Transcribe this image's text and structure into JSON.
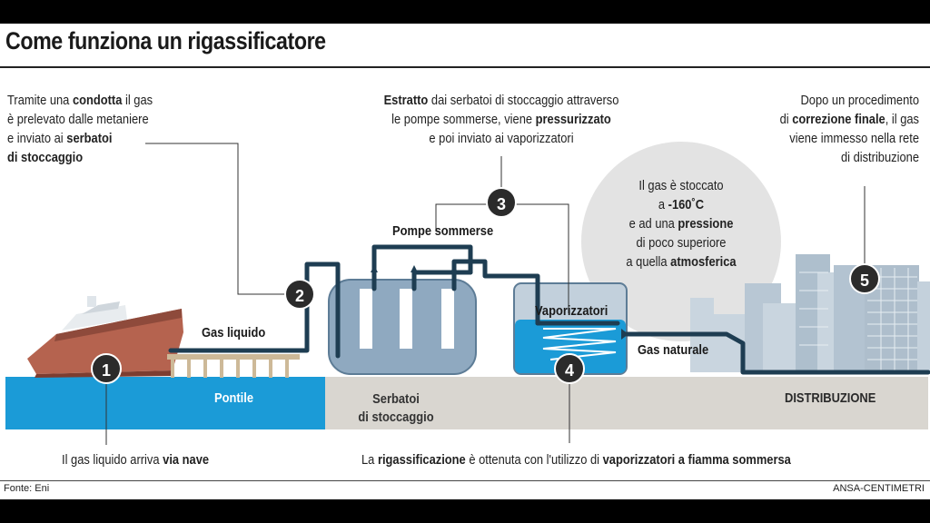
{
  "title": "Come funziona un rigassificatore",
  "step1": {
    "before": "Il gas liquido arriva ",
    "bold": "via nave"
  },
  "step2": {
    "line1_a": "Tramite una ",
    "line1_b": "condotta",
    "line1_c": " il gas",
    "line2": "è prelevato dalle metaniere",
    "line3_a": "e inviato ai ",
    "line3_b": "serbatoi",
    "line4_b": "di stoccaggio"
  },
  "step3": {
    "line1_b": "Estratto",
    "line1_c": " dai serbatoi di stoccaggio attraverso",
    "line2_a": "le pompe sommerse, viene ",
    "line2_b": "pressurizzato",
    "line3": "e poi inviato ai vaporizzatori"
  },
  "step4": {
    "a": "La ",
    "b": "rigassificazione",
    "c": " è ottenuta con l'utilizzo di ",
    "d": "vaporizzatori a fiamma sommersa"
  },
  "step5": {
    "line1": "Dopo un procedimento",
    "line2_a": "di ",
    "line2_b": "correzione finale",
    "line2_c": ", il gas",
    "line3": "viene immesso nella rete",
    "line4": "di distribuzione"
  },
  "bubble": {
    "line1": "Il gas è stoccato",
    "line2_a": "a ",
    "line2_b": "-160˚C",
    "line3_a": "e ad una ",
    "line3_b": "pressione",
    "line4": "di poco superiore",
    "line5_a": "a quella ",
    "line5_b": "atmosferica"
  },
  "labels": {
    "gas_liquido": "Gas liquido",
    "pompe": "Pompe sommerse",
    "vaporizzatori": "Vaporizzatori",
    "gas_naturale": "Gas naturale",
    "pontile": "Pontile",
    "serbatoi_1": "Serbatoi",
    "serbatoi_2": "di stoccaggio",
    "distribuzione": "DISTRIBUZIONE"
  },
  "badges": [
    "1",
    "2",
    "3",
    "4",
    "5"
  ],
  "footer": {
    "source": "Fonte: Eni",
    "credit": "ANSA-CENTIMETRI"
  },
  "colors": {
    "pipe": "#1e3d52",
    "water": "#1b9bd7",
    "ground": "#d9d6d0",
    "tank": "#8fa9c0",
    "ship_hull": "#b5634f",
    "bubble": "#e3e3e3"
  }
}
